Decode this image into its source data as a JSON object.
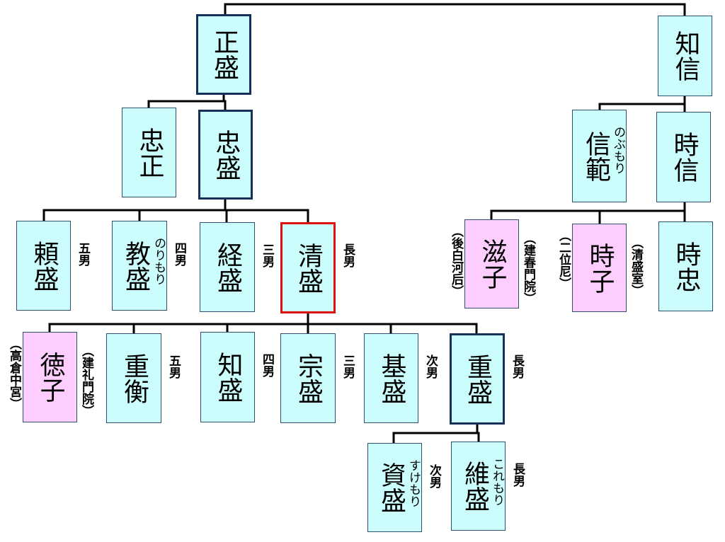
{
  "title": "平家系図",
  "colors": {
    "male_fill": "#ccfdfd",
    "female_fill": "#fdcdfd",
    "highlight_border": "#e01010",
    "main_line_border": "#17305a"
  },
  "people": [
    {
      "id": "masamori",
      "name": "正盛",
      "style": "thick"
    },
    {
      "id": "tomonobu",
      "name": "知信"
    },
    {
      "id": "tadamasa",
      "name": "忠正"
    },
    {
      "id": "tadamori",
      "name": "忠盛",
      "style": "thick"
    },
    {
      "id": "nobunori",
      "name": "信範",
      "furigana": "のぶもり"
    },
    {
      "id": "tokinobu",
      "name": "時信"
    },
    {
      "id": "yorimori",
      "name": "頼盛",
      "rank": "五男"
    },
    {
      "id": "norimori",
      "name": "教盛",
      "furigana": "のりもり",
      "rank": "四男"
    },
    {
      "id": "tsunemori",
      "name": "経盛",
      "rank": "三男"
    },
    {
      "id": "kiyomori",
      "name": "清盛",
      "rank": "長男",
      "style": "red"
    },
    {
      "id": "shigeko",
      "name": "滋子",
      "left_note": "（後白河后）",
      "right_note": "（建春門院）",
      "female": true
    },
    {
      "id": "tokiko",
      "name": "時子",
      "left_note": "（二位尼）",
      "right_note": "（清盛室）",
      "female": true
    },
    {
      "id": "tokitada",
      "name": "時忠"
    },
    {
      "id": "tokuko",
      "name": "徳子",
      "left_note": "（高倉中宮）",
      "right_note": "（建礼門院）",
      "female": true
    },
    {
      "id": "shigehira",
      "name": "重衡",
      "rank": "五男"
    },
    {
      "id": "tomomori",
      "name": "知盛",
      "rank": "四男"
    },
    {
      "id": "munemori",
      "name": "宗盛",
      "rank": "三男"
    },
    {
      "id": "motomori",
      "name": "基盛",
      "rank": "次男"
    },
    {
      "id": "shigemori",
      "name": "重盛",
      "rank": "長男",
      "style": "thick"
    },
    {
      "id": "sukemori",
      "name": "資盛",
      "furigana": "すけもり",
      "rank": "次男"
    },
    {
      "id": "koremori",
      "name": "維盛",
      "furigana": "これもり",
      "rank": "長男"
    }
  ]
}
